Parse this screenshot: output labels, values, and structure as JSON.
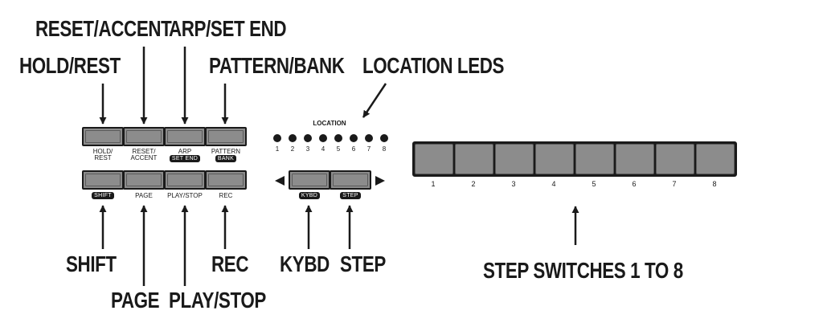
{
  "callouts": {
    "hold_rest": "HOLD/REST",
    "reset_accent": "RESET/ACCENT",
    "arp_set_end": "ARP/SET END",
    "pattern_bank": "PATTERN/BANK",
    "location_leds": "LOCATION LEDS",
    "shift": "SHIFT",
    "page": "PAGE",
    "play_stop": "PLAY/STOP",
    "rec": "REC",
    "kybd": "KYBD",
    "step": "STEP",
    "step_switches": "STEP SWITCHES 1 TO 8"
  },
  "panel": {
    "top_labels": {
      "hold_rest": [
        "HOLD/",
        "REST"
      ],
      "reset_accent": [
        "RESET/",
        "ACCENT"
      ],
      "arp": "ARP",
      "arp_shift": "SET END",
      "pattern": "PATTERN",
      "pattern_shift": "BANK"
    },
    "bottom_labels": {
      "shift": "SHIFT",
      "page": "PAGE",
      "play_stop": "PLAY/STOP",
      "rec": "REC"
    },
    "location": {
      "title": "LOCATION",
      "leds": [
        "1",
        "2",
        "3",
        "4",
        "5",
        "6",
        "7",
        "8"
      ]
    },
    "nav": {
      "kybd": "KYBD",
      "step": "STEP",
      "left_arrow": "triangle-left-icon",
      "right_arrow": "triangle-right-icon"
    },
    "step_numbers": [
      "1",
      "2",
      "3",
      "4",
      "5",
      "6",
      "7",
      "8"
    ]
  },
  "colors": {
    "ink": "#1a1a1a",
    "button_fill": "#8c8c8c",
    "background": "#ffffff"
  }
}
